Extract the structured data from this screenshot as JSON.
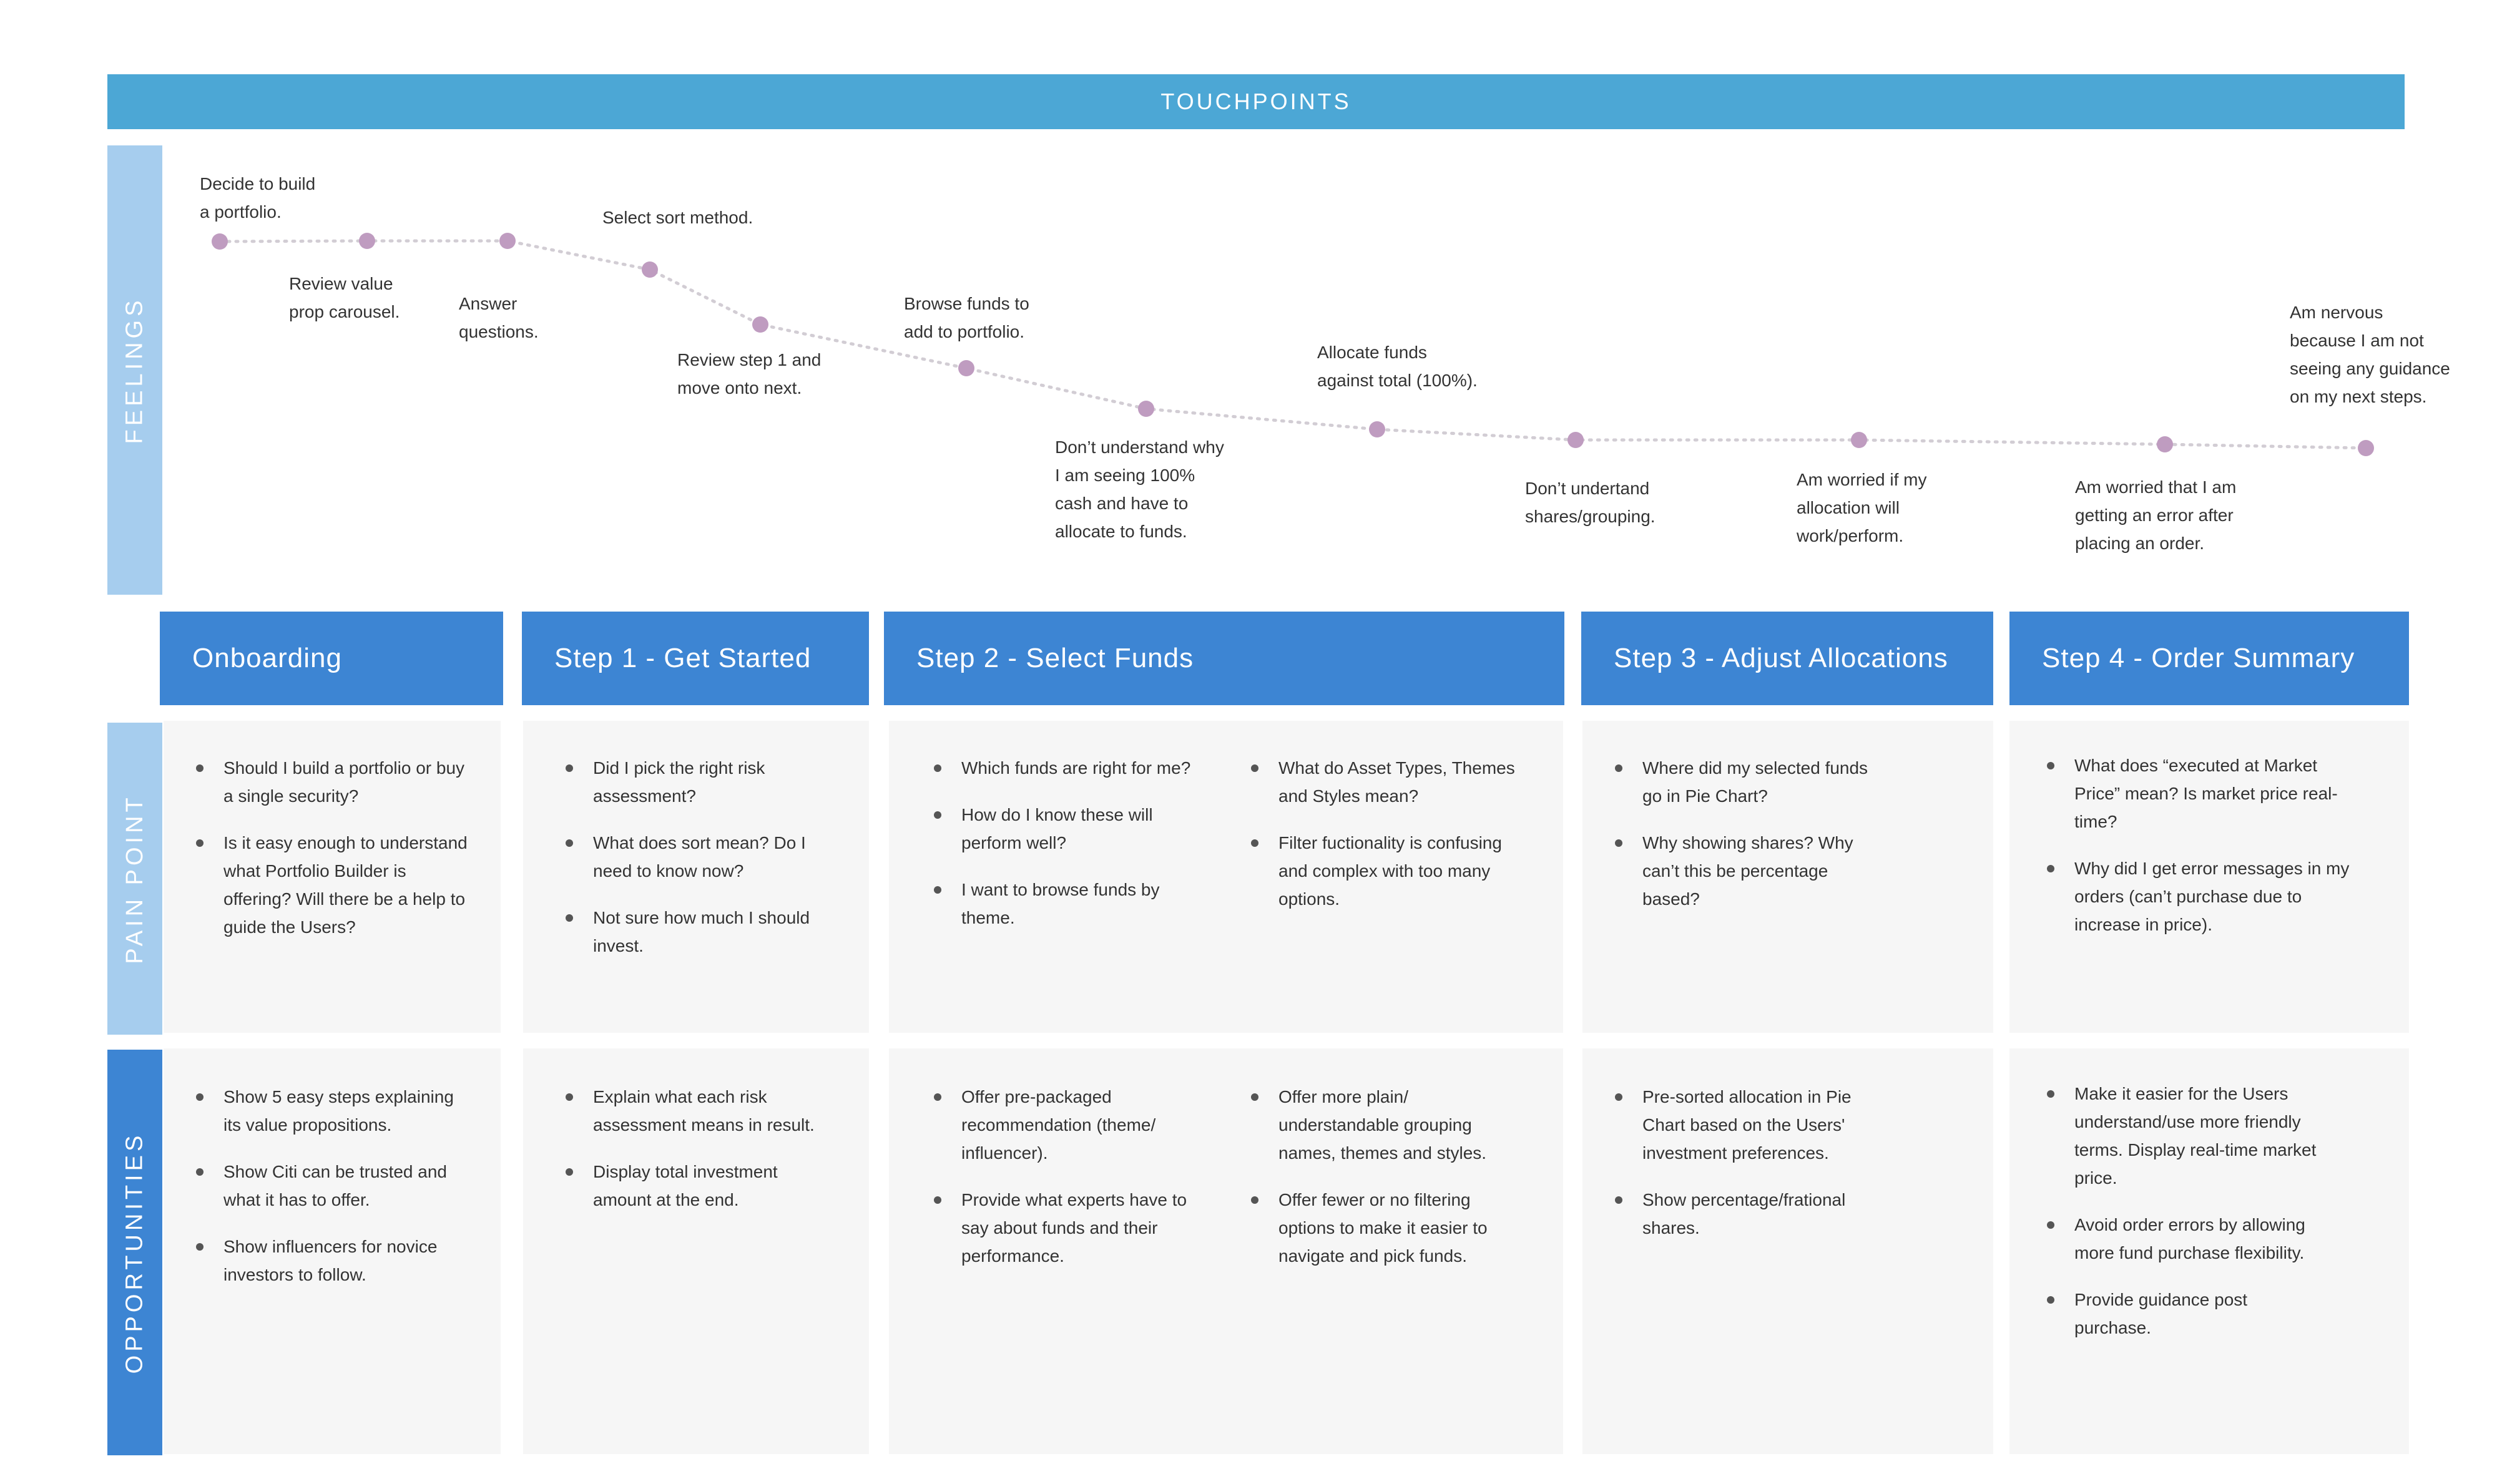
{
  "touchpoints": "TOUCHPOINTS",
  "rows": {
    "feelings": "FEELINGS",
    "pain_point": "PAIN POINT",
    "opportunities": "OPPORTUNITIES"
  },
  "feelings_notes": [
    "Decide to build\na portfolio.",
    "Review value\nprop carousel.",
    "Answer\nquestions.",
    "Select sort method.",
    "Review step 1 and\nmove onto next.",
    "Browse funds to\nadd to portfolio.",
    "Don’t understand why\nI am seeing 100%\ncash and have to\nallocate to funds.",
    "Allocate funds\nagainst total (100%).",
    "Don’t undertand\nshares/grouping.",
    "Am worried if my\nallocation will\nwork/perform.",
    "Am worried that I am\ngetting an error after\nplacing an order.",
    "Am nervous\nbecause I am not\nseeing any guidance\non my next steps."
  ],
  "stages": [
    "Onboarding",
    "Step 1 - Get Started",
    "Step 2 - Select Funds",
    "Step 3 - Adjust Allocations",
    "Step 4 - Order Summary"
  ],
  "pain_points": {
    "onboarding": [
      "Should I build a portfolio or buy a single security?",
      "Is it easy enough to understand what Portfolio Builder is offering? Will there be a help to guide the Users?"
    ],
    "step1": [
      "Did I pick the right risk assessment?",
      "What does sort mean? Do I need to know now?",
      "Not sure how much I should invest."
    ],
    "step2_a": [
      "Which funds are right for me?",
      "How do I know these will perform well?",
      "I want to browse funds by theme."
    ],
    "step2_b": [
      "What do Asset Types, Themes and Styles mean?",
      "Filter fuctionality is confusing and complex with too many options."
    ],
    "step3": [
      "Where did my selected funds go in Pie Chart?",
      "Why showing shares? Why can’t this be percentage based?"
    ],
    "step4": [
      "What does “executed at Market Price” mean? Is market price real-time?",
      "Why did I get error messages in my orders (can’t purchase due to increase in price)."
    ]
  },
  "opportunities": {
    "onboarding": [
      "Show 5 easy steps explaining its value propositions.",
      "Show Citi can be trusted and what it has to offer.",
      "Show influencers for novice investors to follow."
    ],
    "step1": [
      "Explain what each risk assessment means in result.",
      "Display total investment amount at the end."
    ],
    "step2_a": [
      "Offer pre-packaged recommendation (theme/ influencer).",
      "Provide what experts have to say about funds and their performance."
    ],
    "step2_b": [
      "Offer more plain/ understandable grouping names, themes and styles.",
      "Offer fewer or no filtering options to make it easier to navigate and pick funds."
    ],
    "step3": [
      "Pre-sorted allocation in Pie Chart  based on the Users' investment preferences.",
      "Show percentage/frational shares."
    ],
    "step4": [
      "Make it easier for the Users understand/use more friendly terms. Display real-time market price.",
      "Avoid order errors by allowing more fund purchase flexibility.",
      "Provide guidance post purchase."
    ]
  },
  "colors": {
    "touchpoints_bar": "#4ca7d5",
    "light_band": "#a6cdee",
    "stage_blue": "#3d85d3",
    "cell_bg": "#f6f6f6",
    "feeling_dot": "#bf9cc0",
    "feeling_line": "#d2cdd4"
  }
}
